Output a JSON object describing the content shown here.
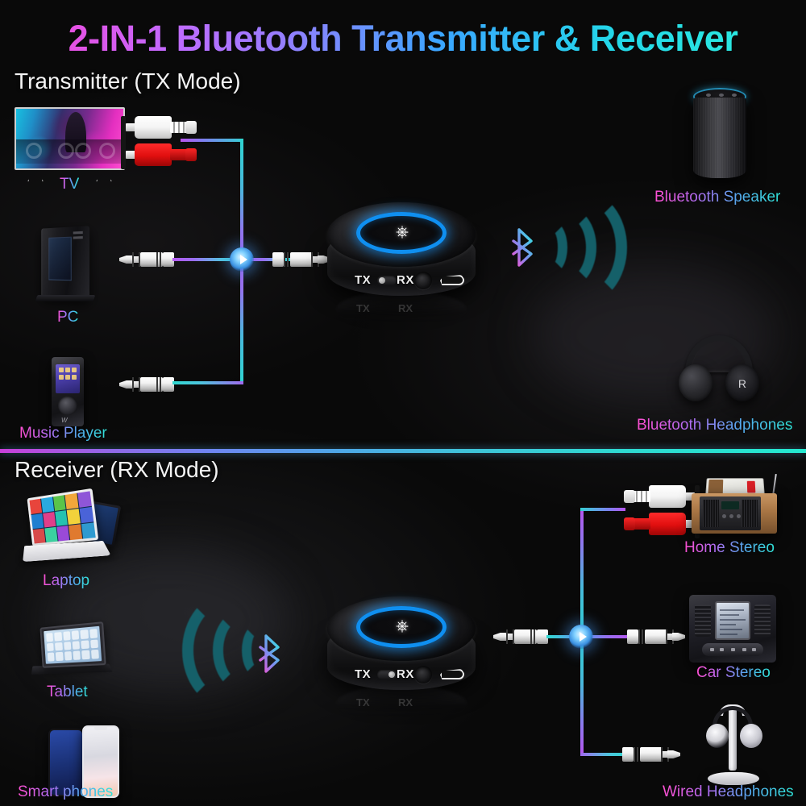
{
  "main_title": "2-IN-1 Bluetooth Transmitter & Receiver",
  "sections": {
    "tx": {
      "header": "Transmitter (TX Mode)",
      "sources": [
        {
          "label": "TV",
          "icon": "tv-icon",
          "connector": "rca-pair-white-red"
        },
        {
          "label": "PC",
          "icon": "desktop-tower-icon",
          "connector": "aux-jack-3.5mm"
        },
        {
          "label": "Music Player",
          "icon": "mp3-player-icon",
          "connector": "aux-jack-3.5mm"
        }
      ],
      "outputs": [
        {
          "label": "Bluetooth Speaker",
          "icon": "smart-speaker-icon"
        },
        {
          "label": "Bluetooth Headphones",
          "icon": "bluetooth-headphones-icon"
        }
      ],
      "wireless_icon": "bluetooth-icon",
      "wave_direction": "right"
    },
    "rx": {
      "header": "Receiver (RX Mode)",
      "sources": [
        {
          "label": "Laptop",
          "icon": "laptop-icon"
        },
        {
          "label": "Tablet",
          "icon": "tablet-icon"
        },
        {
          "label": "Smart phones",
          "icon": "smartphone-icon"
        }
      ],
      "outputs": [
        {
          "label": "Home Stereo",
          "icon": "home-stereo-icon",
          "connector": "rca-pair-white-red"
        },
        {
          "label": "Car Stereo",
          "icon": "car-dashboard-icon",
          "connector": "aux-jack-3.5mm"
        },
        {
          "label": "Wired Headphones",
          "icon": "wired-headphones-stand-icon",
          "connector": "aux-jack-3.5mm"
        }
      ],
      "wireless_icon": "bluetooth-icon",
      "wave_direction": "left"
    }
  },
  "device": {
    "mode_labels": {
      "tx": "TX",
      "rx": "RX"
    },
    "power_icon": "power-button-icon",
    "ports": [
      "aux-3.5mm-port",
      "micro-usb-port"
    ],
    "led_ring_color": "#0f8ff0",
    "tx_switch_position": "tx",
    "rx_switch_position": "rx"
  },
  "colors": {
    "background": "#090909",
    "title_gradient_start": "#ff3fd0",
    "title_gradient_mid": "#3aa6ff",
    "title_gradient_end": "#2ff0dd",
    "label_gradient_start": "#ff4fd2",
    "label_gradient_end": "#2fe3d8",
    "divider_gradient_start": "#c740d8",
    "divider_gradient_end": "#24e8d0",
    "wave_teal": "#15646e",
    "led_blue": "#0f8ff0",
    "rca_white": "#ffffff",
    "rca_red": "#e10f0f",
    "junction_glow": "#3a8fe0",
    "section_header_text": "#f4f4f4"
  }
}
